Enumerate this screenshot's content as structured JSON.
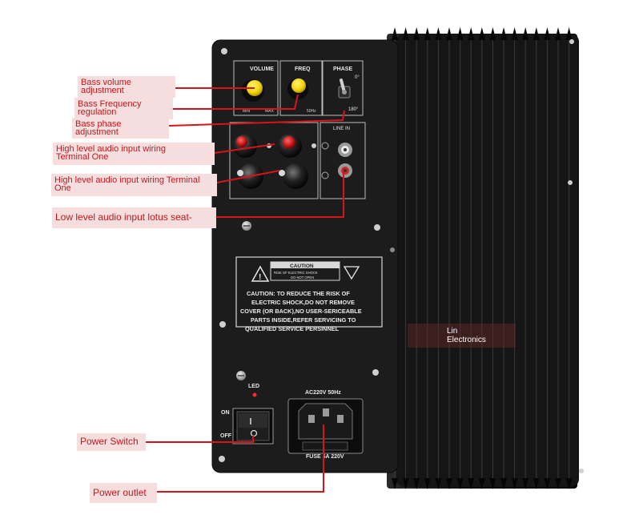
{
  "panel": {
    "knob_labels": {
      "volume": "VOLUME",
      "freq": "FREQ",
      "phase": "PHASE"
    },
    "volume_scale": {
      "min": "MIN",
      "max": "MAX"
    },
    "freq_scale": {
      "low": "50Hz"
    },
    "phase_scale": {
      "top": "0°",
      "bottom": "180°"
    },
    "line_in_label": "LINE IN",
    "caution_header": "CAUTION",
    "caution_sub_1": "RISK OF ELECTRIC SHOCK",
    "caution_sub_2": "DO NOT OPEN",
    "caution_lines": [
      "CAUTION: TO REDUCE THE RISK OF",
      "ELECTRIC SHOCK,DO NOT REMOVE",
      "COVER (OR BACK),NO USER-SERICEABLE",
      "PARTS INSIDE,REFER SERVICING TO",
      "QUALIFIED SERVICE PERSINNEL"
    ],
    "led_label": "LED",
    "switch_on": "ON",
    "switch_off": "OFF",
    "ac_label": "AC220V  50Hz",
    "fuse_label": "FUSE 5A  220V"
  },
  "watermark": {
    "line1": "Lin",
    "line2": "Electronics"
  },
  "callouts": {
    "bass_volume": [
      "Bass volume",
      "adjustment"
    ],
    "bass_frequency": [
      "Bass Frequency",
      "regulation"
    ],
    "bass_phase": [
      "Bass phase",
      "adjustment"
    ],
    "high_level_one": [
      "High level audio input wiring",
      "Terminal One"
    ],
    "high_level_two": [
      "High level audio input wiring Terminal",
      "One"
    ],
    "low_level": "Low level audio input lotus seat-",
    "power_switch": "Power Switch",
    "power_outlet": "Power outlet"
  },
  "colors": {
    "panel": "#1c1c1c",
    "heatsink": "#0e0e0e",
    "callout_bg": "#f6dede",
    "callout_text": "#c4161c",
    "leader_line": "#d8141b",
    "knob_yellow": "#f5d60a"
  }
}
